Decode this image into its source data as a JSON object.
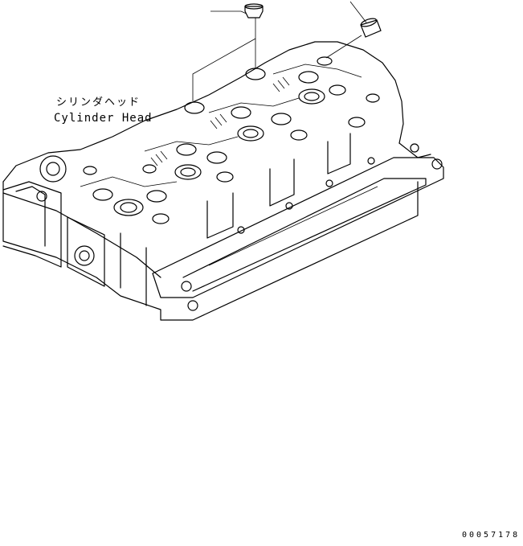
{
  "labels": {
    "part_name_jp": "シリンダヘッド",
    "part_name_en": "Cylinder Head"
  },
  "figure_number": "00057178",
  "colors": {
    "line": "#000000",
    "background": "#ffffff"
  }
}
